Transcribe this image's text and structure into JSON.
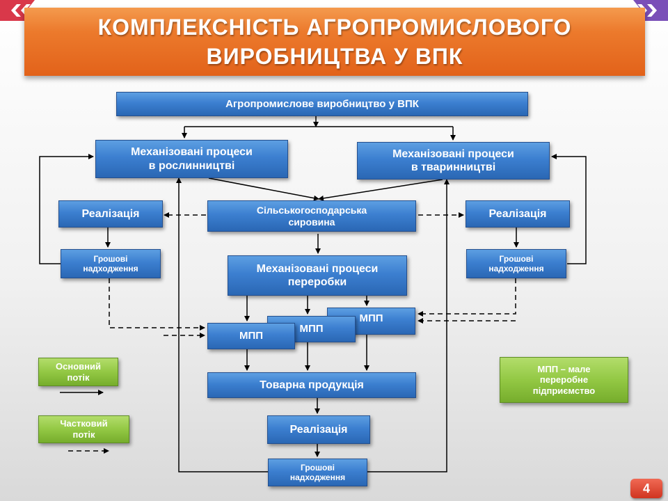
{
  "title": {
    "line1": "КОМПЛЕКСНІСТЬ АГРОПРОМИСЛОВОГО",
    "line2": "ВИРОБНИЦТВА  У ВПК"
  },
  "boxes": {
    "top": "Агропромислове виробництво у ВПК",
    "mech_crop_l1": "Механізовані процеси",
    "mech_crop_l2": "в рослинництві",
    "mech_animal_l1": "Механізовані процеси",
    "mech_animal_l2": "в тваринництві",
    "sales_left": "Реалізація",
    "raw_l1": "Сільськогосподарська",
    "raw_l2": "сировина",
    "sales_right": "Реалізація",
    "money_left_l1": "Грошові",
    "money_left_l2": "надходження",
    "mech_proc_l1": "Механізовані процеси",
    "mech_proc_l2": "переробки",
    "money_right_l1": "Грошові",
    "money_right_l2": "надходження",
    "mpp_1": "МПП",
    "mpp_2": "МПП",
    "mpp_3": "МПП",
    "commodity": "Товарна продукція",
    "sales_bottom": "Реалізація",
    "money_bottom_l1": "Грошові",
    "money_bottom_l2": "надходження"
  },
  "legend": {
    "main_l1": "Основний",
    "main_l2": "потік",
    "partial_l1": "Частковий",
    "partial_l2": "потік",
    "mpp_note_l1": "МПП – мале",
    "mpp_note_l2": "переробне",
    "mpp_note_l3": "підприємство"
  },
  "page_number": "4",
  "colors": {
    "banner": "#ec7a2c",
    "box_blue": "#3c7fd0",
    "box_green": "#93c844",
    "page_badge": "#d0341f",
    "corner_red": "#d9384a",
    "corner_purple": "#7a4fb8"
  }
}
